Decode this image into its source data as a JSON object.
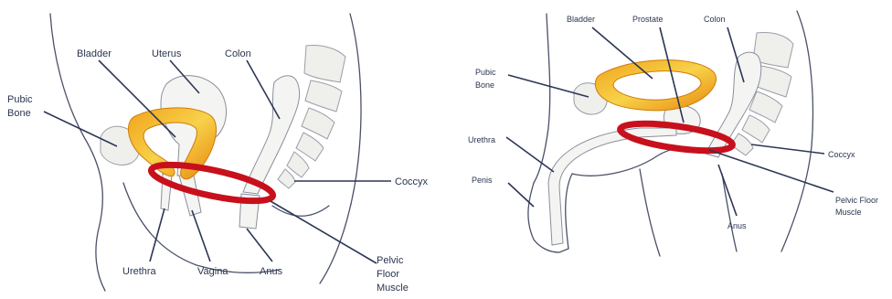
{
  "female": {
    "labels": {
      "bladder": "Bladder",
      "uterus": "Uterus",
      "colon": "Colon",
      "pubic_bone_1": "Pubic",
      "pubic_bone_2": "Bone",
      "coccyx": "Coccyx",
      "urethra": "Urethra",
      "vagina": "Vagina",
      "anus": "Anus",
      "pelvic_floor_1": "Pelvic",
      "pelvic_floor_2": "Floor",
      "pelvic_floor_3": "Muscle"
    }
  },
  "male": {
    "labels": {
      "bladder": "Bladder",
      "prostate": "Prostate",
      "colon": "Colon",
      "pubic_bone_1": "Pubic",
      "pubic_bone_2": "Bone",
      "urethra": "Urethra",
      "penis": "Penis",
      "coccyx": "Coccyx",
      "pelvic_floor_1": "Pelvic Floor",
      "pelvic_floor_2": "Muscle",
      "anus": "Anus"
    }
  },
  "colors": {
    "bladder_gradient_outer": "#e8900a",
    "bladder_gradient_inner": "#f7d24a",
    "pelvic_floor_muscle": "#c8101c",
    "label_text": "#2a3550"
  }
}
